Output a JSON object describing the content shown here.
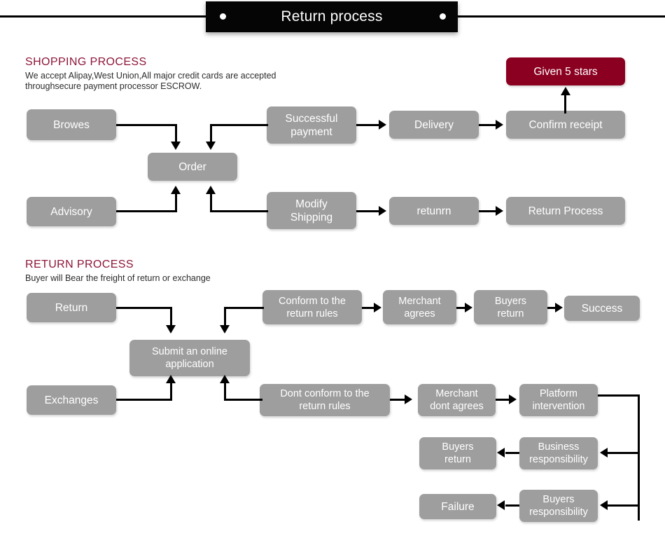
{
  "banner": {
    "title": "Return process",
    "dot_left": "bullet-dot",
    "dot_right": "bullet-dot"
  },
  "shopping": {
    "heading": "SHOPPING PROCESS",
    "subtitle": "We accept Alipay,West Union,All major credit cards are accepted\nthroughsecure payment processor ESCROW.",
    "nodes": {
      "browes": "Browes",
      "order": "Order",
      "advisory": "Advisory",
      "successful_payment": "Successful\npayment",
      "modify_shipping": "Modify\nShipping",
      "delivery": "Delivery",
      "returnn": "retunrn",
      "confirm_receipt": "Confirm receipt",
      "return_process": "Return Process",
      "given_5_stars": "Given 5 stars"
    }
  },
  "returns": {
    "heading": "RETURN PROCESS",
    "subtitle": "Buyer will Bear the freight of return or exchange",
    "nodes": {
      "return": "Return",
      "exchanges": "Exchanges",
      "submit_application": "Submit an online\napplication",
      "conform_rules": "Conform to the\nreturn rules",
      "dont_conform_rules": "Dont conform to the\nreturn rules",
      "merchant_agrees": "Merchant\nagrees",
      "merchant_dont_agrees": "Merchant\ndont agrees",
      "buyers_return_top": "Buyers\nreturn",
      "buyers_return_mid": "Buyers\nreturn",
      "success": "Success",
      "platform_intervention": "Platform\nintervention",
      "business_responsibility": "Business\nresponsibility",
      "buyers_responsibility": "Buyers\nresponsibility",
      "failure": "Failure"
    }
  },
  "colors": {
    "box_gray": "#9e9e9e",
    "accent_red": "#8b0020",
    "heading_maroon": "#8d1538",
    "banner_black": "#050505",
    "line_black": "#000000",
    "text_white": "#ffffff"
  }
}
